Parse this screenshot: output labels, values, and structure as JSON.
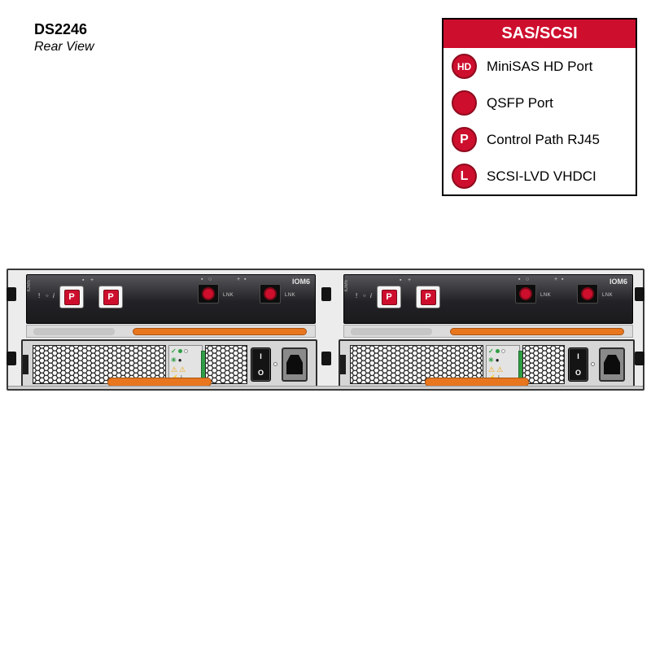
{
  "header": {
    "title": "DS2246",
    "subtitle": "Rear View"
  },
  "legend": {
    "title": "SAS/SCSI",
    "header_bg": "#ce0e2d",
    "items": [
      {
        "badge": "HD",
        "label": "MiniSAS HD Port"
      },
      {
        "badge": "",
        "label": "QSFP Port"
      },
      {
        "badge": "P",
        "label": "Control Path RJ45"
      },
      {
        "badge": "L",
        "label": "SCSI-LVD VHDCI"
      }
    ]
  },
  "enclosure": {
    "iom": {
      "name": "IOM6",
      "rotated_label": "IOM6",
      "control_port_label": "P",
      "link_label": "LNK"
    },
    "psu": {
      "switch_on": "I",
      "switch_off": "O"
    },
    "icons": {
      "alert": "!",
      "info": "i",
      "check": "✓",
      "fan": "✳",
      "warning": "⚠",
      "bolt": "⚡",
      "dot": "●",
      "ring": "○",
      "square": "▪",
      "plus": "+"
    },
    "colors": {
      "port_red": "#ce0e2d",
      "handle_orange": "#e8761f",
      "status_green": "#2f9e44",
      "warning_amber": "#f0a500"
    }
  }
}
